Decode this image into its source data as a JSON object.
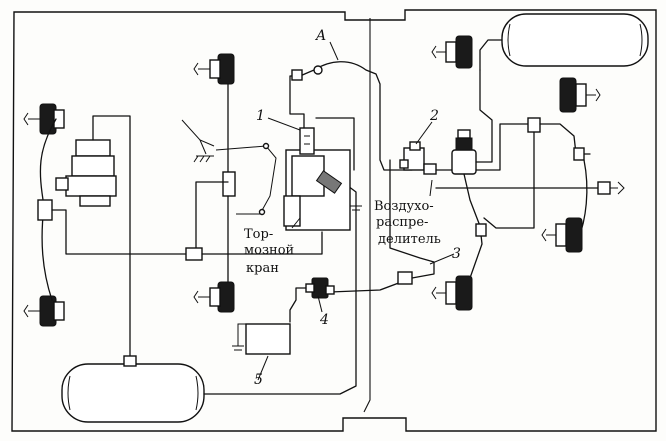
{
  "labels": {
    "brake_valve_line1": "Тор-",
    "brake_valve_line2": "мозной",
    "brake_valve_line3": "кран",
    "distributor_line1": "Воздухо-",
    "distributor_line2": "распре-",
    "distributor_line3": "делитель"
  },
  "callouts": {
    "a": "A",
    "n1": "1",
    "n2": "2",
    "n3": "3",
    "n4": "4",
    "n5": "5"
  }
}
